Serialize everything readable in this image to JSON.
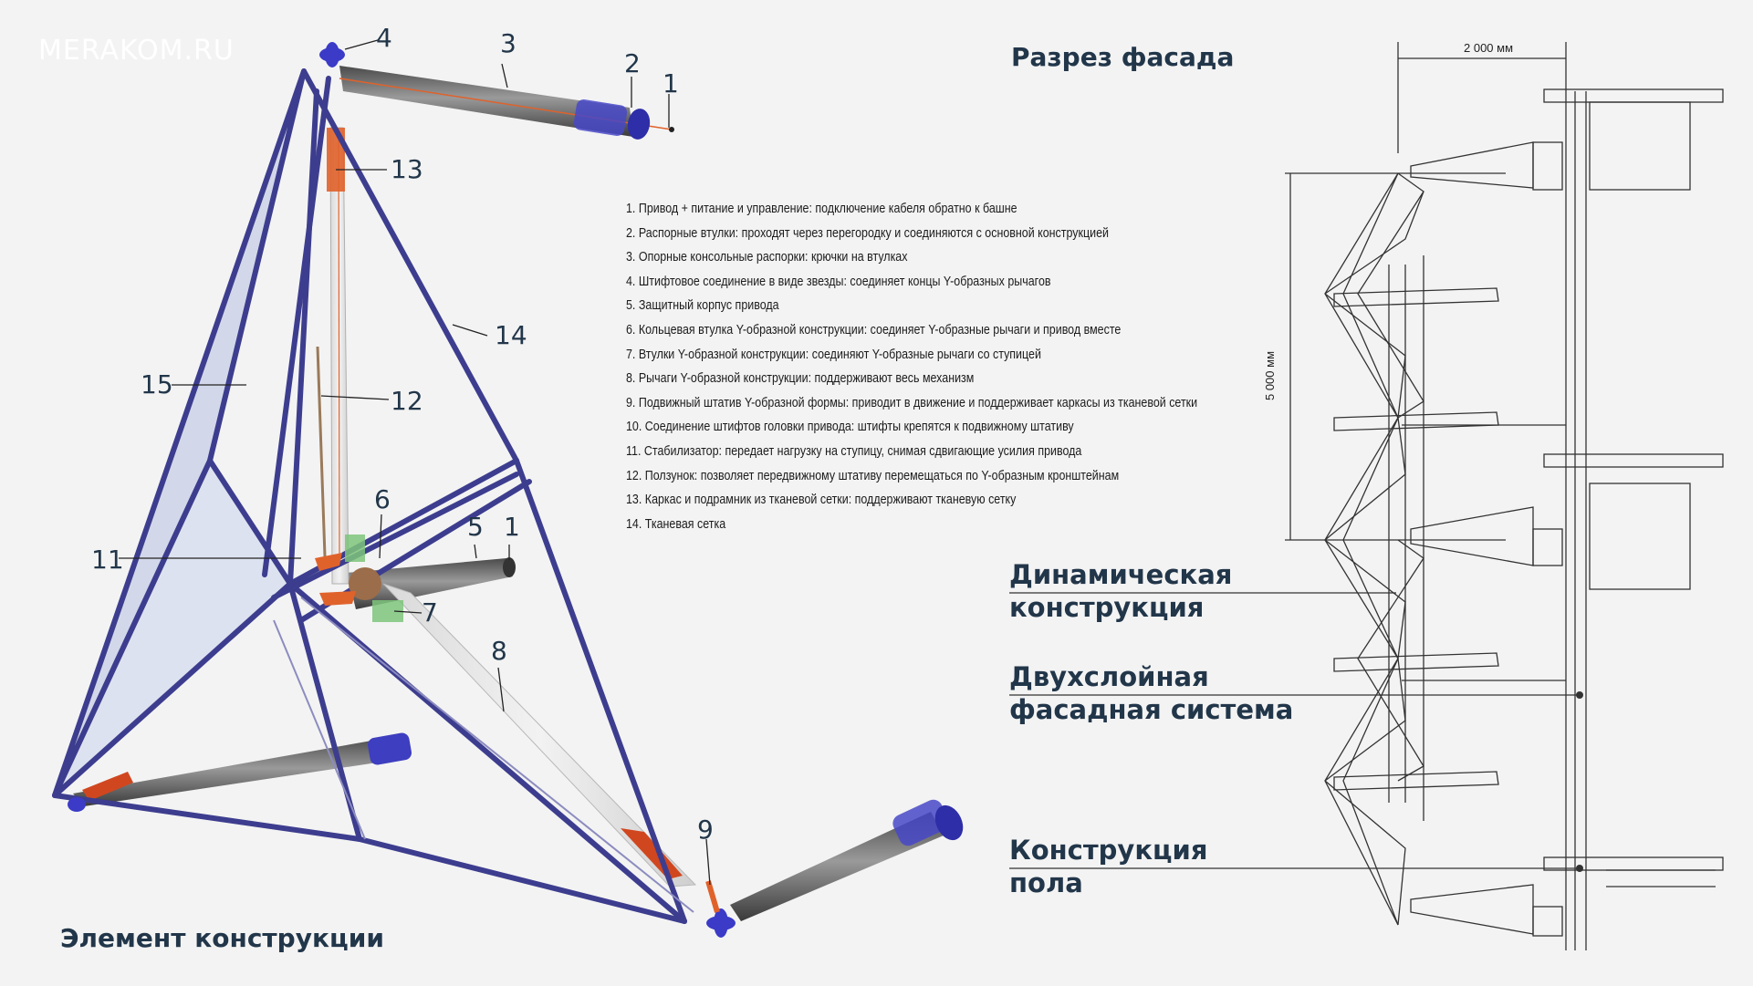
{
  "watermark": "MERAKOM.RU",
  "titles": {
    "section": "Разрез фасада",
    "element": "Элемент конструкции"
  },
  "legend": [
    "1. Привод + питание и управление: подключение кабеля обратно к башне",
    "2. Распорные втулки: проходят через перегородку и соединяются с основной конструкцией",
    "3. Опорные консольные распорки: крючки на втулках",
    "4. Штифтовое соединение в виде звезды: соединяет концы Y-образных рычагов",
    "5. Защитный корпус привода",
    "6. Кольцевая втулка Y-образной конструкции: соединяет Y-образные рычаги и привод вместе",
    "7. Втулки Y-образной конструкции: соединяют Y-образные рычаги со ступицей",
    "8. Рычаги Y-образной конструкции: поддерживают весь механизм",
    "9. Подвижный штатив Y-образной формы: приводит в движение и поддерживает каркасы из тканевой сетки",
    "10. Соединение штифтов головки привода: штифты крепятся к подвижному штативу",
    "11. Стабилизатор: передает нагрузку на ступицу, снимая сдвигающие усилия привода",
    "12. Ползунок: позволяет передвижному штативу перемещаться по Y-образным кронштейнам",
    "13. Каркас и подрамник из тканевой сетки: поддерживают тканевую сетку",
    "14. Тканевая сетка"
  ],
  "callouts": {
    "c1_top": "1",
    "c2": "2",
    "c3": "3",
    "c4": "4",
    "c13": "13",
    "c14": "14",
    "c15": "15",
    "c12": "12",
    "c6": "6",
    "c5": "5",
    "c1_mid": "1",
    "c11": "11",
    "c7": "7",
    "c8": "8",
    "c9": "9"
  },
  "section_labels": {
    "dynamic_l1": "Динамическая",
    "dynamic_l2": "конструкция",
    "double_l1": "Двухслойная",
    "double_l2": "фасадная система",
    "floor_l1": "Конструкция",
    "floor_l2": "пола"
  },
  "dimensions": {
    "width": "2 000 мм",
    "height": "5 000 мм"
  },
  "colors": {
    "frame": "#3d3d8f",
    "title": "#22364a",
    "actuator": "#6b6b6b",
    "accent": "#e0622b",
    "membrane": "#c9d3ea",
    "hub": "#7cc47a"
  }
}
